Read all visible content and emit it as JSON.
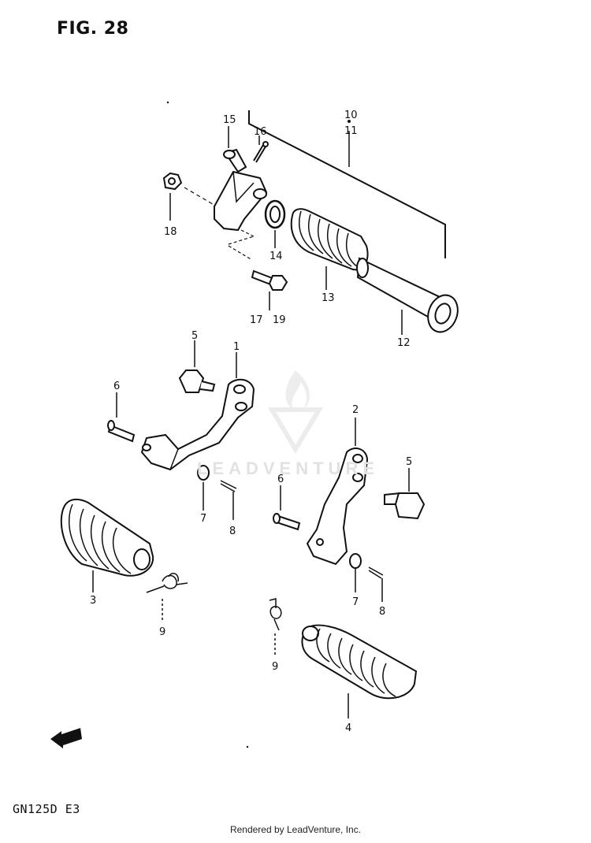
{
  "figure": {
    "title": "FIG. 28",
    "model": "GN125D  E3"
  },
  "footer": {
    "credit": "Rendered by LeadVenture, Inc."
  },
  "watermark": {
    "text": "LEADVENTURE"
  },
  "fwd_label": "FWD",
  "callouts": [
    {
      "id": "c10",
      "text": "10"
    },
    {
      "id": "c11",
      "text": "11"
    },
    {
      "id": "c15",
      "text": "15"
    },
    {
      "id": "c16",
      "text": "16"
    },
    {
      "id": "c18",
      "text": "18"
    },
    {
      "id": "c14",
      "text": "14"
    },
    {
      "id": "c13",
      "text": "13"
    },
    {
      "id": "c17",
      "text": "17"
    },
    {
      "id": "c19",
      "text": "19"
    },
    {
      "id": "c12",
      "text": "12"
    },
    {
      "id": "c5a",
      "text": "5"
    },
    {
      "id": "c1",
      "text": "1"
    },
    {
      "id": "c6a",
      "text": "6"
    },
    {
      "id": "c7a",
      "text": "7"
    },
    {
      "id": "c8a",
      "text": "8"
    },
    {
      "id": "c3",
      "text": "3"
    },
    {
      "id": "c9a",
      "text": "9"
    },
    {
      "id": "c2",
      "text": "2"
    },
    {
      "id": "c5b",
      "text": "5"
    },
    {
      "id": "c6b",
      "text": "6"
    },
    {
      "id": "c7b",
      "text": "7"
    },
    {
      "id": "c8b",
      "text": "8"
    },
    {
      "id": "c9b",
      "text": "9"
    },
    {
      "id": "c4",
      "text": "4"
    }
  ]
}
